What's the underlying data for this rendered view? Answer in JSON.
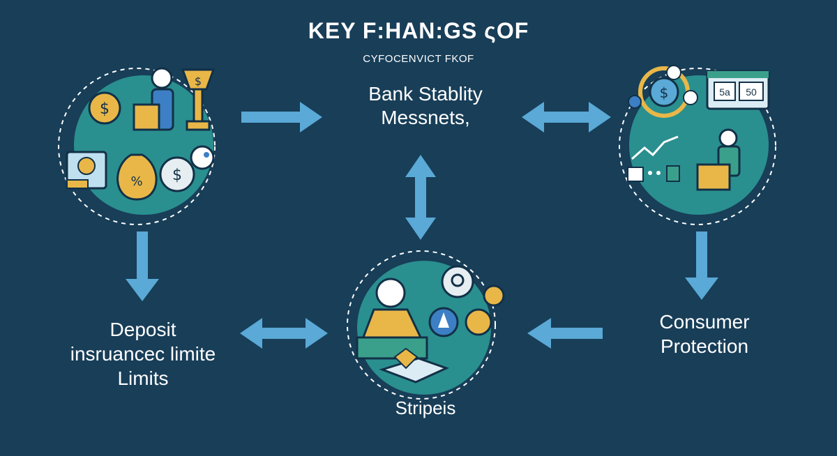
{
  "title": "KEY F:HAN:GS ςOF",
  "subtitle": "CYFOCENVICT FKOF",
  "nodes": {
    "bank": {
      "line1": "Bank Stablity",
      "line2": "Messnets,"
    },
    "deposit": {
      "line1": "Deposit",
      "line2": "insruanceс limite",
      "line3": "Limits"
    },
    "consumer": {
      "line1": "Consumer",
      "line2": "Protection"
    },
    "stripeis": {
      "line1": "Stripeis"
    }
  },
  "screen_badge": {
    "left": "5a",
    "right": "50"
  },
  "colors": {
    "background": "#183e58",
    "circle_fill": "#2a8f8f",
    "arrow": "#5aa9d6",
    "accent_yellow": "#e9b748",
    "text": "#ffffff"
  },
  "icons": {
    "top_left": [
      "coin-icon",
      "presenter-icon",
      "trophy-icon",
      "money-bag-icon",
      "document-icon",
      "chat-bubble-icon"
    ],
    "top_right": [
      "coin-cycle-icon",
      "monitor-icon",
      "chart-trend-icon",
      "person-desk-icon"
    ],
    "bottom_center": [
      "person-icon",
      "location-pin-icon",
      "compass-icon",
      "handshake-icon"
    ]
  }
}
